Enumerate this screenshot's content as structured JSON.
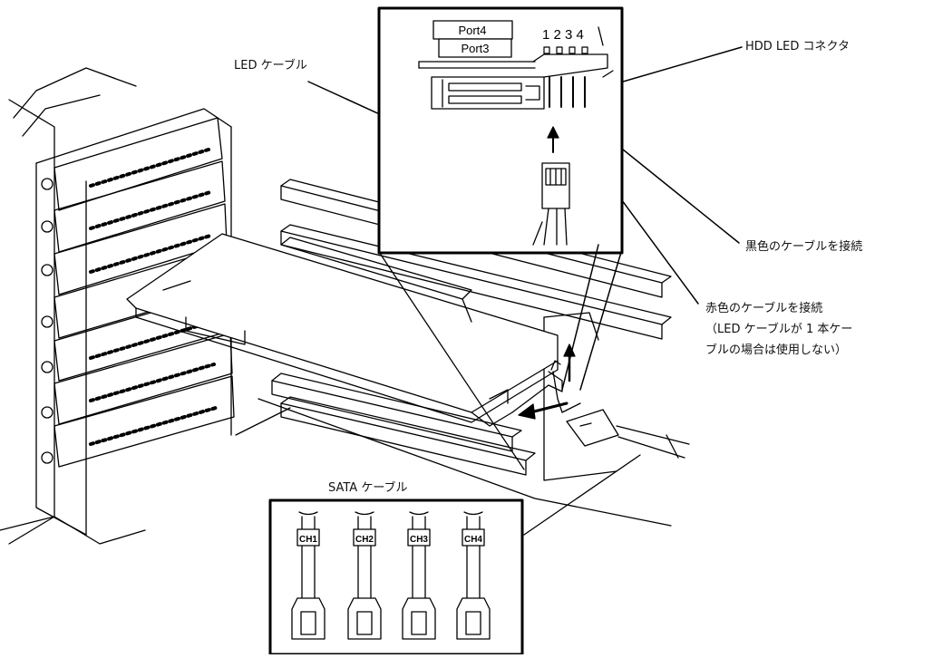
{
  "labels": {
    "led_cable": "LED ケーブル",
    "hdd_led_connector": "HDD LED コネクタ",
    "black_cable": "黒色のケーブルを接続",
    "red_cable_line1": "赤色のケーブルを接続",
    "red_cable_line2": "（LED ケーブルが 1 本ケー",
    "red_cable_line3": "ブルの場合は使用しない）",
    "sata_cable": "SATA ケーブル"
  },
  "inset_top": {
    "port4": "Port4",
    "port3": "Port3",
    "pin_numbers": "1 2 3 4"
  },
  "inset_bottom": {
    "channels": [
      "CH1",
      "CH2",
      "CH3",
      "CH4"
    ]
  }
}
